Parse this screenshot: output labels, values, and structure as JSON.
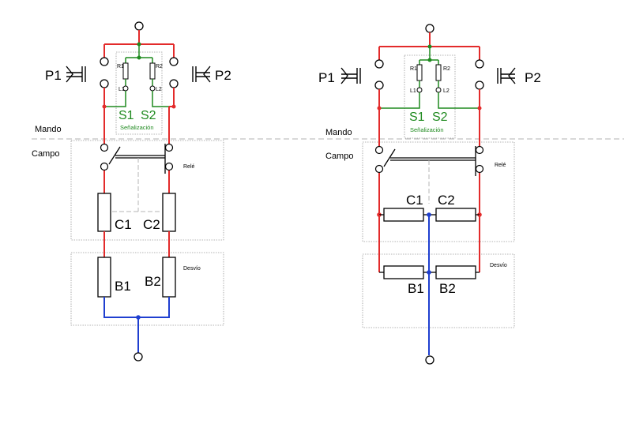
{
  "colors": {
    "red": "#e32b2b",
    "green": "#1f8a1f",
    "blue": "#1f3fd0",
    "black": "#000000",
    "box": "#9a9a9a"
  },
  "zones": {
    "mando": "Mando",
    "campo": "Campo"
  },
  "left": {
    "pushbutton_left": "P1",
    "pushbutton_right": "P2",
    "resistor_top_left": "R1",
    "resistor_top_right": "R2",
    "lamp_left": "L1",
    "lamp_right": "L2",
    "signal_left": "S1",
    "signal_right": "S2",
    "signal_box": "Señalización",
    "relay": "Relé",
    "coil_left": "C1",
    "coil_right": "C2",
    "diverter": "Desvío",
    "motor_left": "B1",
    "motor_right": "B2"
  },
  "right": {
    "pushbutton_left": "P1",
    "pushbutton_right": "P2",
    "resistor_top_left": "R1",
    "resistor_top_right": "R2",
    "lamp_left": "L1",
    "lamp_right": "L2",
    "signal_left": "S1",
    "signal_right": "S2",
    "signal_box": "Señalización",
    "relay": "Relé",
    "coil_left": "C1",
    "coil_right": "C2",
    "diverter": "Desvío",
    "motor_left": "B1",
    "motor_right": "B2"
  }
}
